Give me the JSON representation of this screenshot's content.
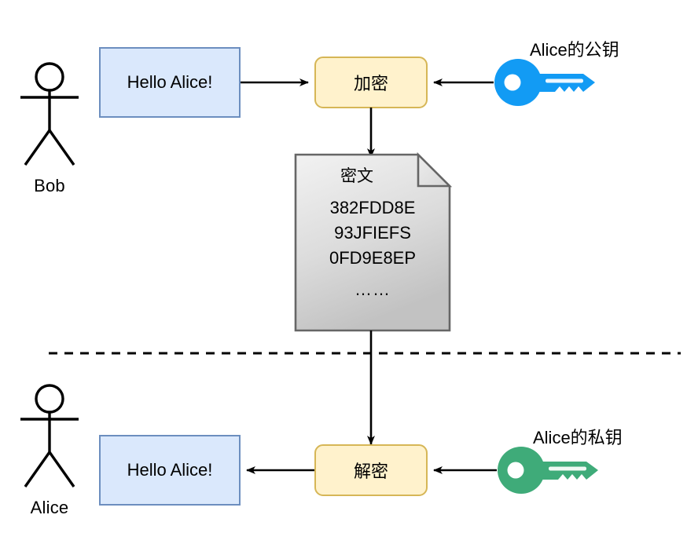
{
  "diagram": {
    "title": "Asymmetric encryption and decryption flow",
    "colors": {
      "message_box_fill": "#dae8fc",
      "message_box_stroke": "#6c8ebf",
      "process_box_fill": "#fff2cc",
      "process_box_stroke": "#d6b656",
      "document_fill_top": "#f0f0f0",
      "document_fill_bottom": "#c8c8c8",
      "document_stroke": "#666666",
      "public_key_color": "#129bf4",
      "private_key_color": "#3fab79",
      "arrow_color": "#000000",
      "divider_color": "#000000",
      "background": "#ffffff"
    }
  },
  "sender": {
    "actor_name": "Bob",
    "message_label": "Hello Alice!"
  },
  "receiver": {
    "actor_name": "Alice",
    "message_label": "Hello Alice!"
  },
  "encrypt": {
    "process_label": "加密",
    "key_caption": "Alice的公钥",
    "key_type": "public-key"
  },
  "decrypt": {
    "process_label": "解密",
    "key_caption": "Alice的私钥",
    "key_type": "private-key"
  },
  "ciphertext": {
    "title": "密文",
    "lines": [
      "382FDD8E",
      "93JFIEFS",
      "0FD9E8EP"
    ],
    "ellipsis": "……"
  }
}
